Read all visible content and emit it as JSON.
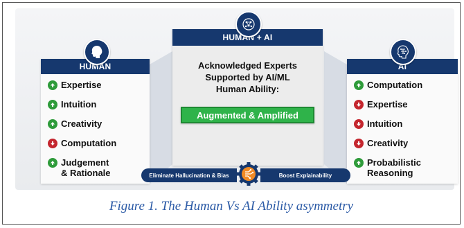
{
  "human": {
    "header": "HUMAN",
    "icon": "head-icon",
    "items": [
      {
        "label": "Expertise",
        "status": "up"
      },
      {
        "label": "Intuition",
        "status": "up"
      },
      {
        "label": "Creativity",
        "status": "up"
      },
      {
        "label": "Computation",
        "status": "down"
      },
      {
        "label": "Judgement",
        "label2": "& Rationale",
        "status": "up"
      }
    ]
  },
  "combined": {
    "header": "HUMAN + AI",
    "icon": "network-head-icon",
    "line1": "Acknowledged Experts",
    "line2": "Supported by AI/ML",
    "line3": "Human Ability:",
    "result": "Augmented & Amplified"
  },
  "ai": {
    "header": "AI",
    "icon": "circuit-head-icon",
    "items": [
      {
        "label": "Computation",
        "status": "up"
      },
      {
        "label": "Expertise",
        "status": "down"
      },
      {
        "label": "Intuition",
        "status": "down"
      },
      {
        "label": "Creativity",
        "status": "down"
      },
      {
        "label": "Probabilistic",
        "label2": "Reasoning",
        "status": "up"
      }
    ]
  },
  "bottom": {
    "left_label": "Eliminate Hallucination & Bias",
    "right_label": "Boost Explainability",
    "icon": "gear-brain-icon"
  },
  "caption": "Figure 1. The Human Vs AI Ability asymmetry",
  "colors": {
    "navy": "#16386e",
    "up": "#2e9b3a",
    "down": "#c4262e",
    "accent_green": "#2fb34a",
    "caption_blue": "#2b5aa6"
  }
}
